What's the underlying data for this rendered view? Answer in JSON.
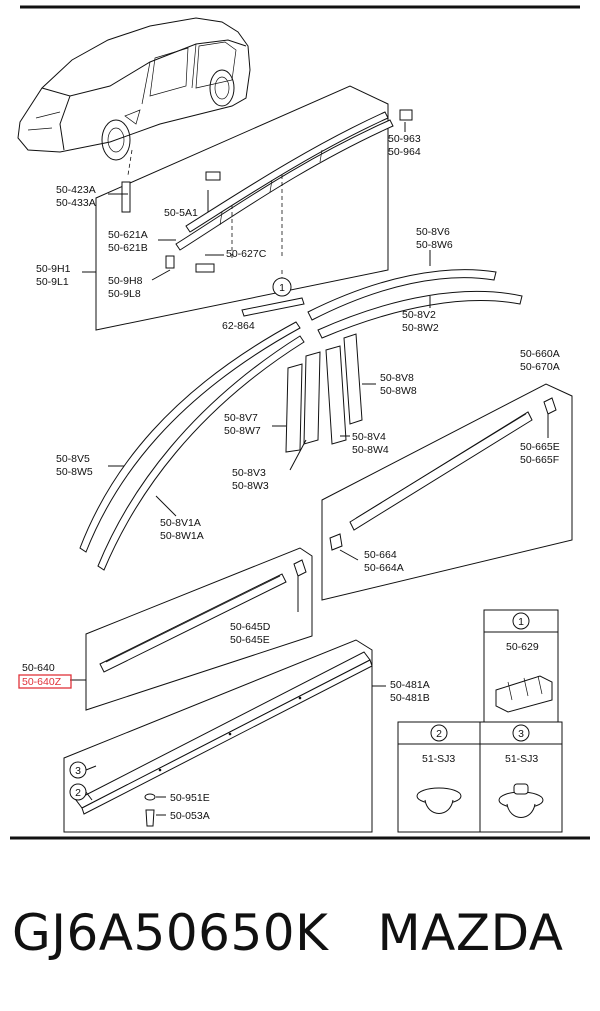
{
  "labels": {
    "p50963": "50-963",
    "p50964": "50-964",
    "p50423a": "50-423A",
    "p50433a": "50-433A",
    "p505a1": "50-5A1",
    "p50621a": "50-621A",
    "p50621b": "50-621B",
    "p509h1": "50-9H1",
    "p509l1": "50-9L1",
    "p509h8": "50-9H8",
    "p509l8": "50-9L8",
    "p50627c": "50-627C",
    "p62864": "62-864",
    "p508v6": "50-8V6",
    "p508w6": "50-8W6",
    "p508v2": "50-8V2",
    "p508w2": "50-8W2",
    "p508v8": "50-8V8",
    "p508w8": "50-8W8",
    "p508v7": "50-8V7",
    "p508w7": "50-8W7",
    "p508v4": "50-8V4",
    "p508w4": "50-8W4",
    "p508v3": "50-8V3",
    "p508w3": "50-8W3",
    "p508v5": "50-8V5",
    "p508w5": "50-8W5",
    "p508v1a": "50-8V1A",
    "p508w1a": "50-8W1A",
    "p50660a": "50-660A",
    "p50670a": "50-670A",
    "p50665e": "50-665E",
    "p50665f": "50-665F",
    "p50664": "50-664",
    "p50664a": "50-664A",
    "p50645d": "50-645D",
    "p50645e": "50-645E",
    "p50640": "50-640",
    "p50640z": "50-640Z",
    "p50481a": "50-481A",
    "p50481b": "50-481B",
    "p50629": "50-629",
    "p51sj3a": "51-SJ3",
    "p51sj3b": "51-SJ3",
    "p50951e": "50-951E",
    "p50053a": "50-053A"
  },
  "callouts": {
    "c1": "1",
    "c1b": "1",
    "c2": "2",
    "c2b": "2",
    "c3": "3",
    "c3b": "3"
  },
  "caption": "GJ6A50650K   MAZDA",
  "colors": {
    "highlight": "#e0323a",
    "ink": "#111111"
  }
}
